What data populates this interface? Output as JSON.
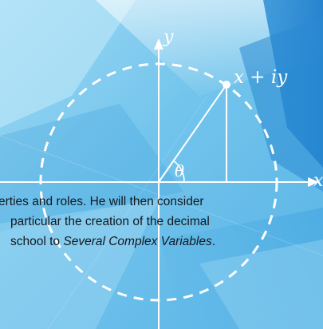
{
  "diagram": {
    "y_axis_label": "y",
    "x_axis_label": "x",
    "point_label": "x + iy",
    "angle_label": "θ"
  },
  "text": {
    "line1": "erties and roles. He will then consider",
    "line2": "particular the creation of the decimal",
    "line3_start": "school to ",
    "line3_emphasis": "Several Complex Variables",
    "line3_end": "."
  },
  "colors": {
    "background_light": "#a9def6",
    "background_mid": "#6fc2ec",
    "background_dark": "#3b9ddc",
    "accent_blue": "#1f7fcd",
    "diagram_white": "#ffffff",
    "text_dark": "#14181d"
  }
}
